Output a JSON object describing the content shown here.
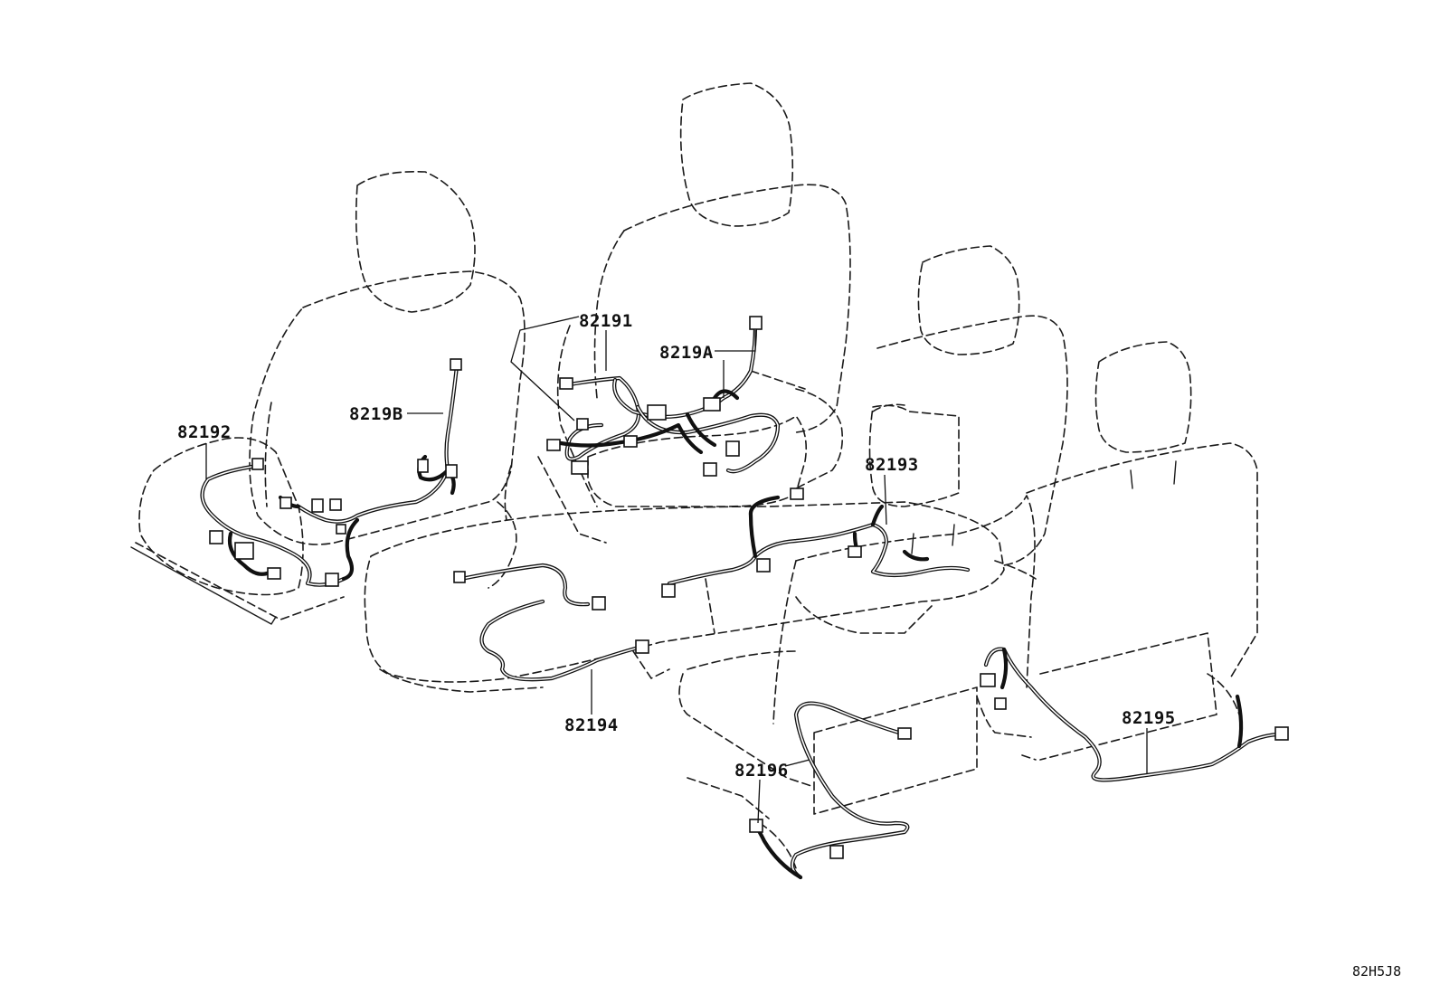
{
  "labels": {
    "p82191": "82191",
    "p8219A": "8219A",
    "p8219B": "8219B",
    "p82192": "82192",
    "p82193": "82193",
    "p82194": "82194",
    "p82195": "82195",
    "p82196": "82196"
  },
  "reference_code": "82H5J8"
}
